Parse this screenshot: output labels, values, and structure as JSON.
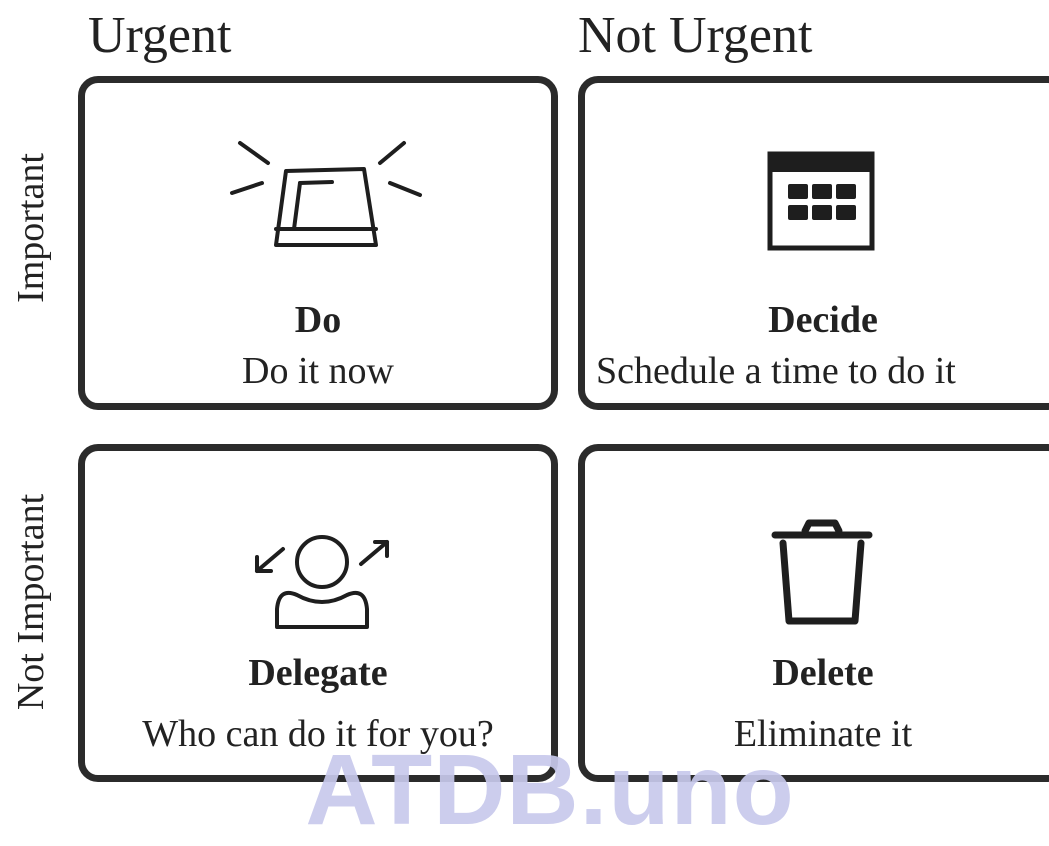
{
  "columns": {
    "urgent": "Urgent",
    "not_urgent": "Not Urgent"
  },
  "rows": {
    "important": "Important",
    "not_important": "Not Important"
  },
  "quadrants": {
    "do": {
      "title": "Do",
      "subtitle": "Do it now",
      "icon": "siren-icon"
    },
    "decide": {
      "title": "Decide",
      "subtitle": "Schedule a time to do it",
      "icon": "calendar-icon"
    },
    "delegate": {
      "title": "Delegate",
      "subtitle": "Who can do it for you?",
      "icon": "delegate-person-icon"
    },
    "delete": {
      "title": "Delete",
      "subtitle": "Eliminate it",
      "icon": "trash-icon"
    }
  },
  "watermark": "ATDB.uno",
  "colors": {
    "border": "#2b2b2b",
    "text": "#222222",
    "watermark": "#c8c9ec"
  }
}
